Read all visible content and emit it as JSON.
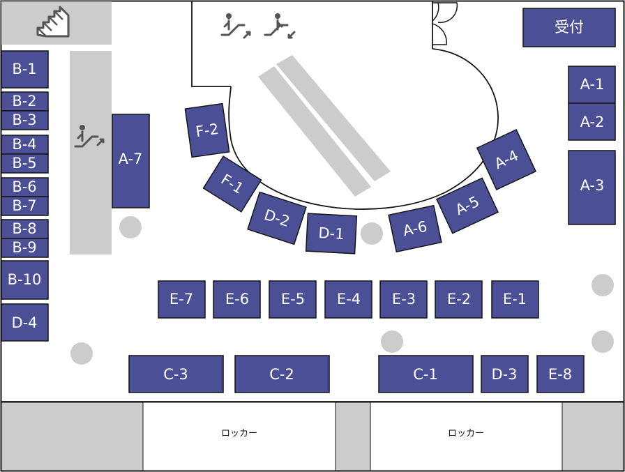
{
  "map": {
    "reception_label": "受付",
    "locker_labels": [
      "ロッカー",
      "ロッカー"
    ]
  },
  "booths": {
    "b1": "B-1",
    "b2": "B-2",
    "b3": "B-3",
    "b4": "B-4",
    "b5": "B-5",
    "b6": "B-6",
    "b7": "B-7",
    "b8": "B-8",
    "b9": "B-9",
    "b10": "B-10",
    "d4": "D-4",
    "a7": "A-7",
    "a1": "A-1",
    "a2": "A-2",
    "a3": "A-3",
    "a4": "A-4",
    "a5": "A-5",
    "a6": "A-6",
    "f1": "F-1",
    "f2": "F-2",
    "d1": "D-1",
    "d2": "D-2",
    "d3": "D-3",
    "e1": "E-1",
    "e2": "E-2",
    "e3": "E-3",
    "e4": "E-4",
    "e5": "E-5",
    "e6": "E-6",
    "e7": "E-7",
    "e8": "E-8",
    "c1": "C-1",
    "c2": "C-2",
    "c3": "C-3"
  },
  "icons": {
    "stairs": "stairs-icon",
    "escalator_up": "escalator-up-icon",
    "escalator_down": "escalator-down-icon"
  },
  "colors": {
    "booth_fill": "#4a4f96",
    "gray_area": "#cccccc",
    "outline": "#141414"
  }
}
